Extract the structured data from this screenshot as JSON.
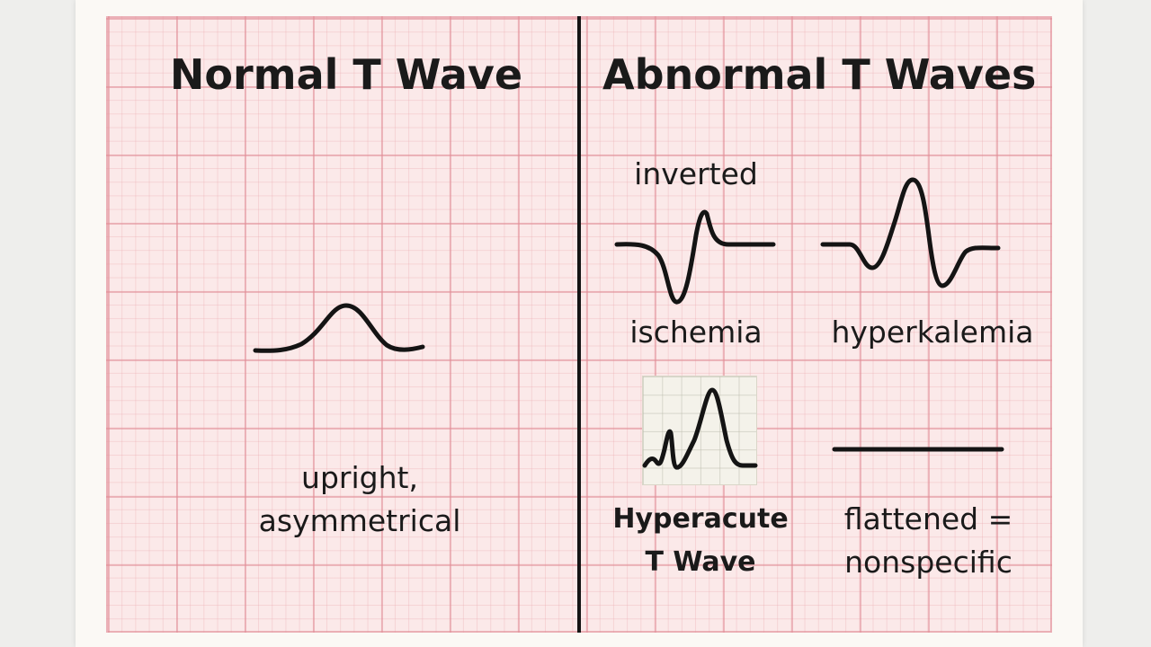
{
  "left_panel": {
    "title": "Normal T Wave",
    "caption_line1": "upright,",
    "caption_line2": "asymmetrical"
  },
  "right_panel": {
    "title": "Abnormal T Waves",
    "inverted_label": "inverted",
    "ischemia_label": "ischemia",
    "hyperkalemia_label": "hyperkalemia",
    "hyperacute_line1": "Hyperacute",
    "hyperacute_line2": "T Wave",
    "flattened_line1": "flattened =",
    "flattened_line2": "nonspecific"
  },
  "colors": {
    "grid_background": "#fbe9e9",
    "grid_lines": "#e18c96",
    "trace": "#141414"
  }
}
